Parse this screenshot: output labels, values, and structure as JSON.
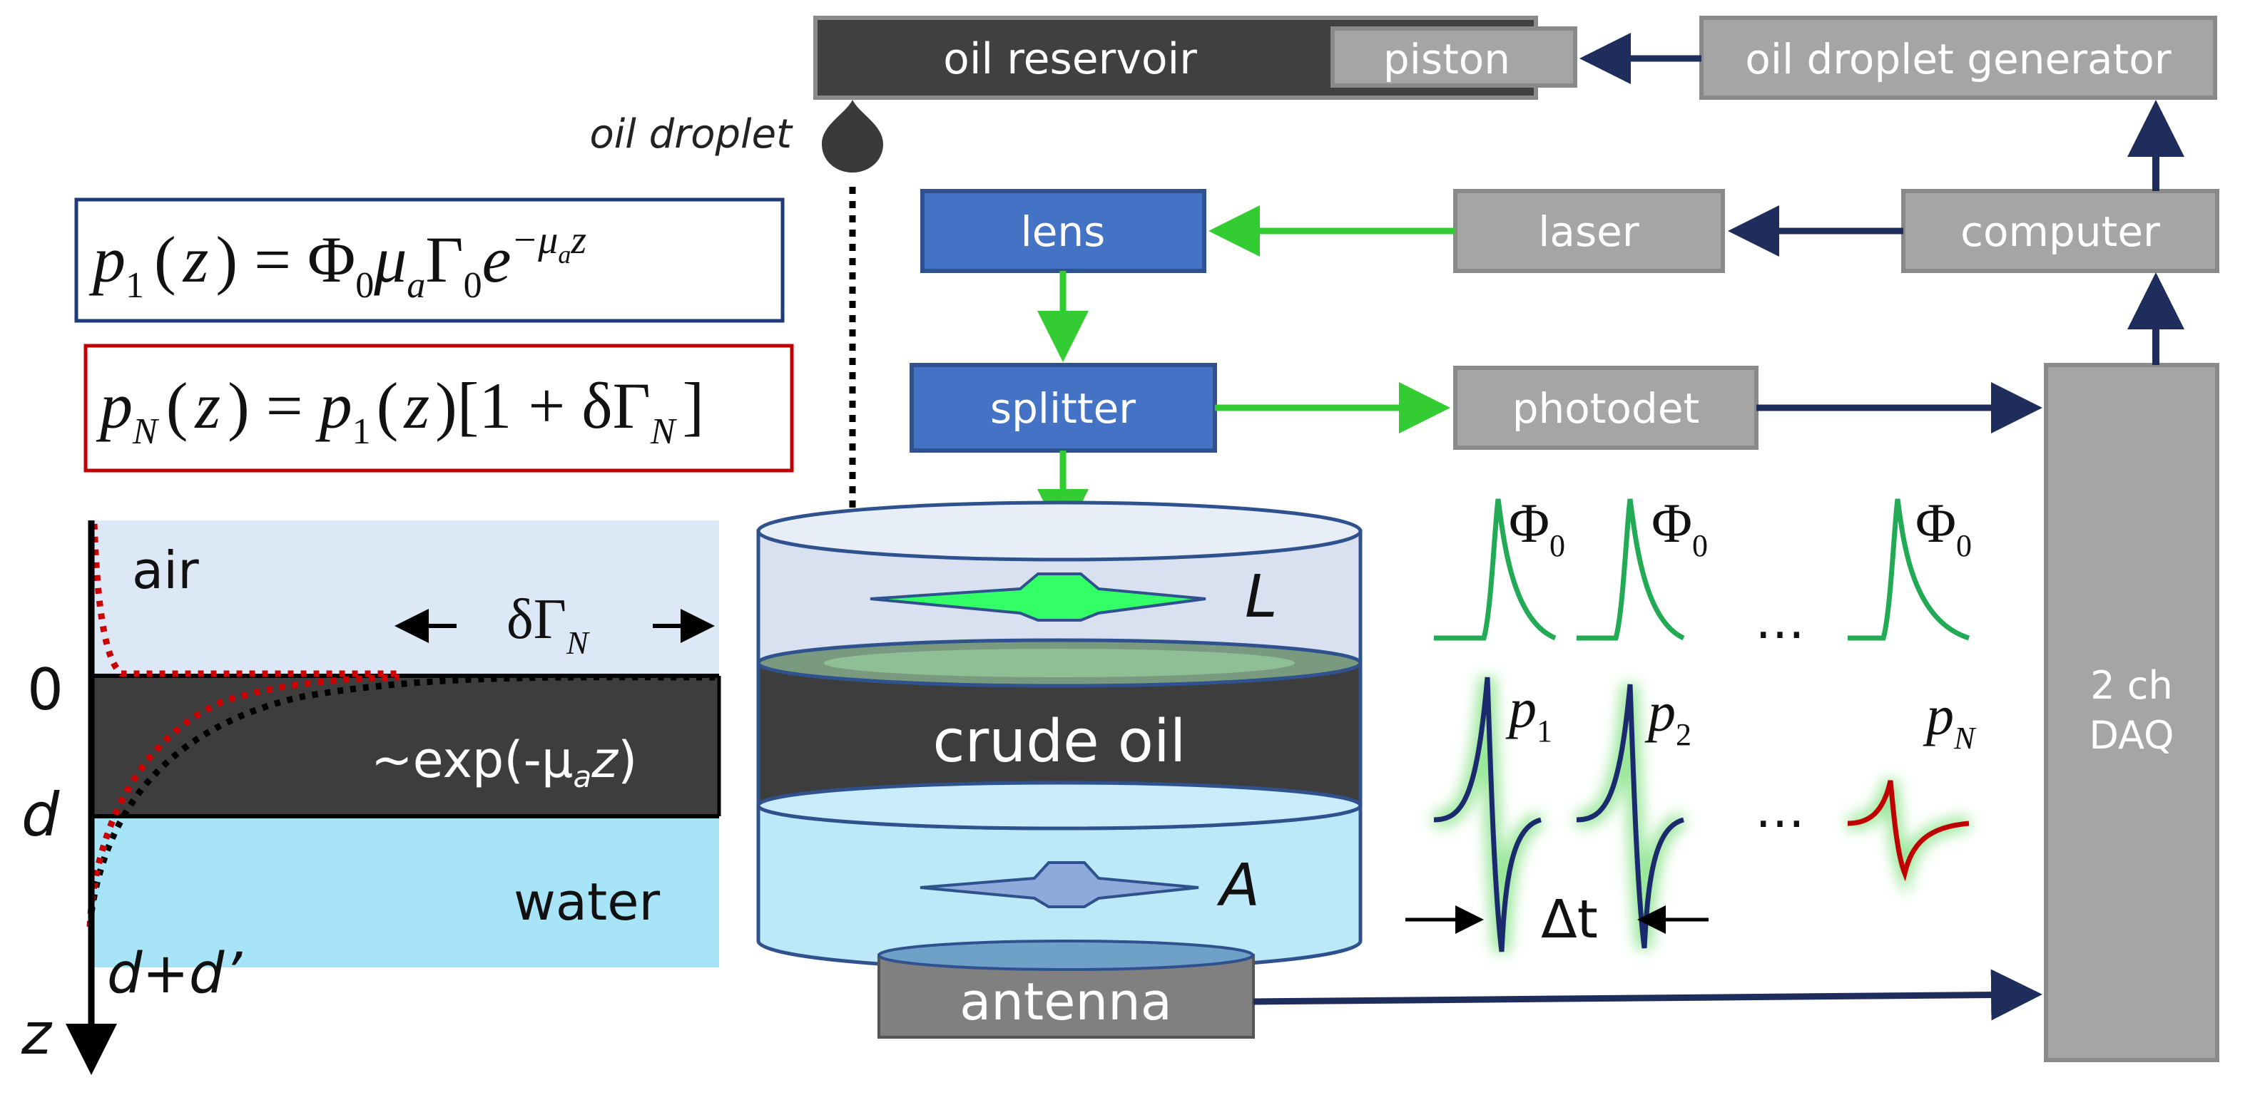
{
  "boxes": {
    "oil_reservoir": "oil reservoir",
    "piston": "piston",
    "oil_droplet_generator": "oil droplet generator",
    "lens": "lens",
    "laser": "laser",
    "computer": "computer",
    "splitter": "splitter",
    "photodet": "photodet",
    "daq_line1": "2 ch",
    "daq_line2": "DAQ",
    "antenna": "antenna",
    "crude_oil": "crude oil"
  },
  "labels": {
    "oil_droplet": "oil droplet",
    "L": "L",
    "A": "A",
    "air": "air",
    "water": "water",
    "exp_prefix": "~exp(-μ",
    "exp_sub": "a",
    "exp_z": "z",
    "exp_close": ")",
    "zero": "0",
    "d": "d",
    "d_plus": "d+d’",
    "z": "z",
    "delta_gamma": "δΓ",
    "delta_gamma_sub": "N",
    "dots": "…",
    "delta_t": "Δt"
  },
  "equations": {
    "eq1_p": "p",
    "eq1_sub": "1",
    "eq1_rest1": "(",
    "eq1_z": "z",
    "eq1_rest2": ") = Φ",
    "eq1_sub0": "0",
    "eq1_mu": "μ",
    "eq1_mu_sub": "a",
    "eq1_gamma": "Γ",
    "eq1_gamma_sub": "0",
    "eq1_e": "e",
    "eq1_exp": "−μ",
    "eq1_exp_sub": "a",
    "eq1_exp_z": "z",
    "eq2_p": "p",
    "eq2_sub": "N",
    "eq2_rest1": "(",
    "eq2_z": "z",
    "eq2_rest2": ") = ",
    "eq2_p2": "p",
    "eq2_sub2": "1",
    "eq2_rest3": "(",
    "eq2_z2": "z",
    "eq2_rest4": ")[1 + δΓ",
    "eq2_sub3": "N",
    "eq2_rest5": "]"
  },
  "pulses": {
    "phi": "Φ",
    "phi_sub": "0",
    "p": "p",
    "p1_sub": "1",
    "p2_sub": "2",
    "pN_sub": "N"
  },
  "colors": {
    "blue_box": "#4472c4",
    "gray_box": "#a5a5a5",
    "dark_box": "#404040",
    "arrow_navy": "#1f2d5c",
    "arrow_green": "#33cc33",
    "pulse_green": "#22aa55",
    "pulse_navy": "#1a2a6c",
    "pulse_red": "#c00000",
    "air": "#dde8f6",
    "water": "#a8e4f8"
  }
}
